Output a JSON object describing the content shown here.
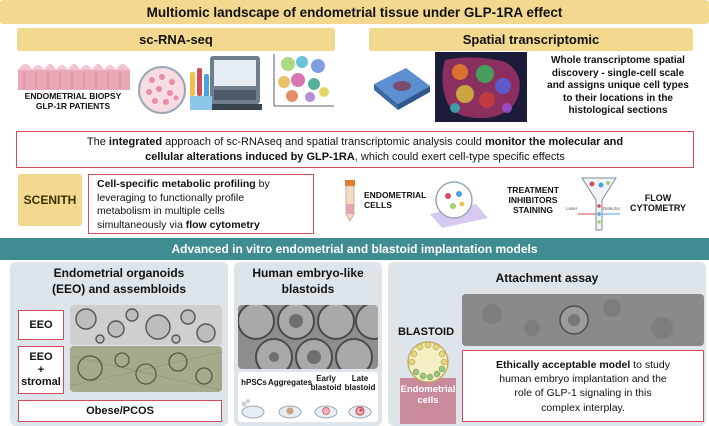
{
  "title": "Multiomic landscape of endometrial tissue under GLP-1RA effect",
  "sc_rna": {
    "header": "sc-RNA-seq",
    "biopsy_label_1": "ENDOMETRIAL BIOPSY",
    "biopsy_label_2": "GLP-1R PATIENTS"
  },
  "spatial": {
    "header": "Spatial transcriptomic",
    "description_1": "Whole transcriptome spatial",
    "description_2": "discovery - single-cell scale",
    "description_3": "and assigns unique cell types",
    "description_4": "to their locations in the",
    "description_5": "histological sections"
  },
  "integrated": {
    "line1_a": "The ",
    "line1_b": "integrated",
    "line1_c": " approach of sc-RNAseq and spatial transcriptomic analysis could ",
    "line1_d": "monitor the molecular and",
    "line2_a": "cellular alterations induced by GLP-1RA",
    "line2_b": ", which could exert cell-type specific effects"
  },
  "scenith": {
    "label": "SCENITH",
    "desc_1a": "Cell-specific metabolic profiling",
    "desc_1b": " by",
    "desc_2": "leveraging  to functionally profile",
    "desc_3": "metabolism in multiple cells",
    "desc_4a": "simultaneously via ",
    "desc_4b": "flow cytometry",
    "cells_1": "ENDOMETRIAL",
    "cells_2": "CELLS",
    "treatment_1": "TREATMENT",
    "treatment_2": "INHIBITORS",
    "treatment_3": "STAINING",
    "flow_1": "FLOW",
    "flow_2": "CYTOMETRY",
    "laser_left": "Laser",
    "laser_right": "Detector"
  },
  "advanced_banner": "Advanced in vitro endometrial and blastoid implantation models",
  "organoids": {
    "title_1": "Endometrial organoids",
    "title_2": "(EEO) and assembloids",
    "eeo": "EEO",
    "eeo_stromal_1": "EEO",
    "eeo_stromal_2": "+",
    "eeo_stromal_3": "stromal",
    "obese": "Obese/PCOS"
  },
  "blastoids": {
    "title_1": "Human embryo-like",
    "title_2": "blastoids",
    "stages": [
      {
        "line1": "hPSCs",
        "line2": ""
      },
      {
        "line1": "Aggregates",
        "line2": ""
      },
      {
        "line1": "Early",
        "line2": "blastoid"
      },
      {
        "line1": "Late",
        "line2": "blastoid"
      }
    ]
  },
  "attachment": {
    "title": "Attachment assay",
    "blastoid_label": "BLASTOID",
    "endometrial_1": "Endometrial",
    "endometrial_2": "cells",
    "desc_1a": "Ethically acceptable model",
    "desc_1b": " to study",
    "desc_2": "human embryo implantation and the",
    "desc_3": "role of GLP-1 signaling in this",
    "desc_4": "complex interplay."
  },
  "colors": {
    "banner_yellow": "#f3d88f",
    "teal": "#3f8d92",
    "accent_red": "#d24b5a",
    "panel_blue": "#dde5ea"
  }
}
